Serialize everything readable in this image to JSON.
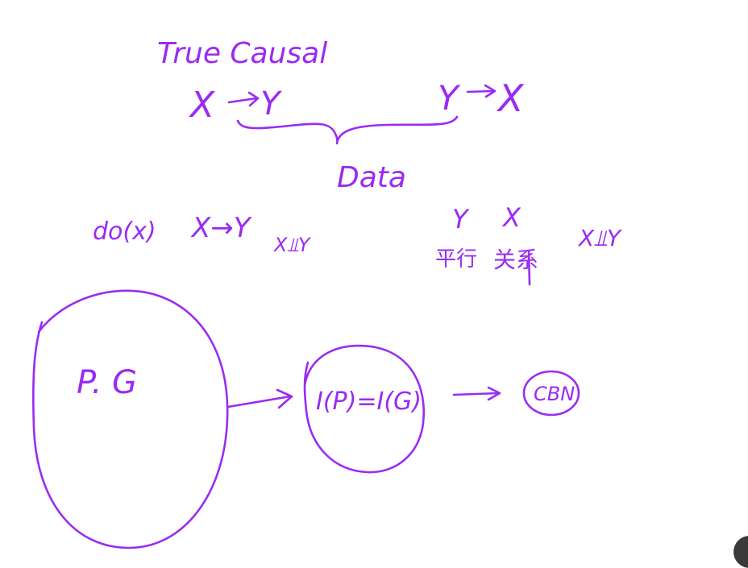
{
  "colors": {
    "ink": "#9a2bf2",
    "background": "#ffffff",
    "corner": "#3a3a3a"
  },
  "labels": {
    "true_causal": "True Causal",
    "x_left": "X",
    "y_left": "Y",
    "y_right": "Y",
    "x_right": "X",
    "data": "Data",
    "do_x": "do(x)",
    "x_arrow_y": "X→Y",
    "indep_left": "X⫫Y",
    "y_small": "Y",
    "x_small": "X",
    "cn_left": "平行",
    "cn_right": "关系",
    "indep_right": "X⫫Y",
    "pg": "P. G",
    "ip_ig": "I(P)=I(G)",
    "cbn": "CBN"
  }
}
